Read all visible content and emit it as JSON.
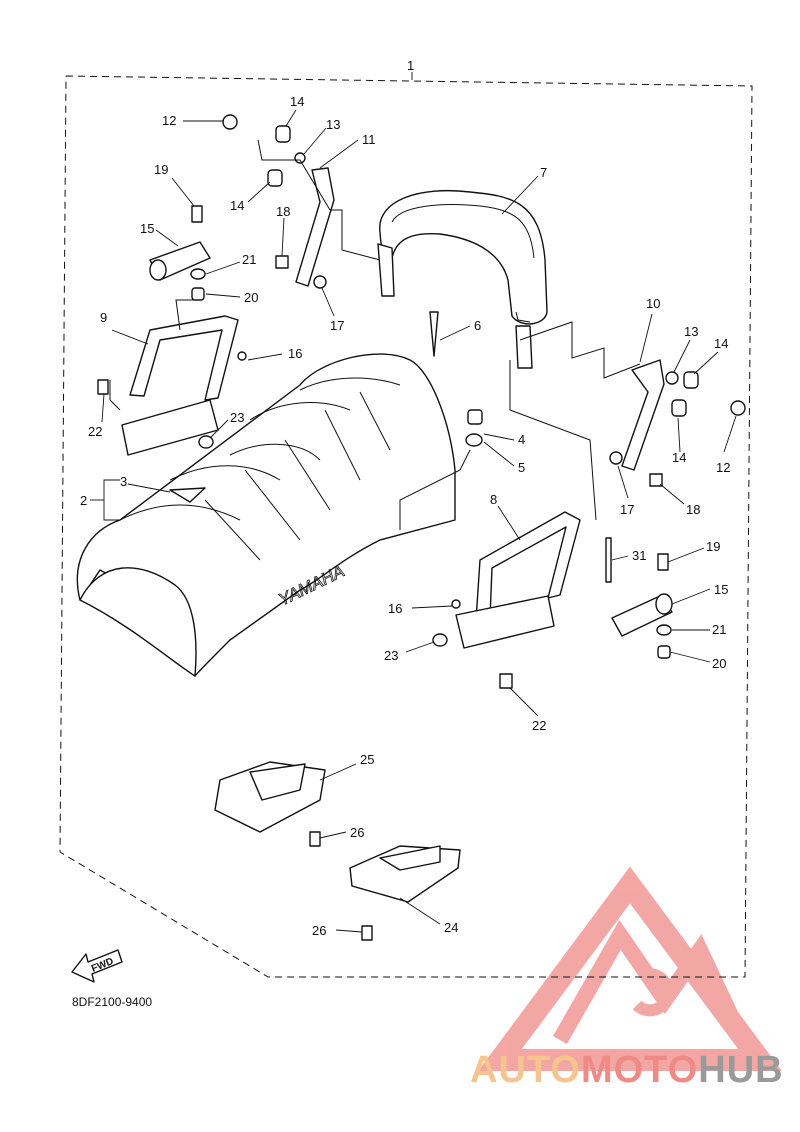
{
  "diagram": {
    "part_code": "8DF2100-9400",
    "fwd_label": "FWD",
    "seat_text": "YAMAHA",
    "callouts": {
      "c1": "1",
      "c2": "2",
      "c3": "3",
      "c4": "4",
      "c5": "5",
      "c6": "6",
      "c7": "7",
      "c8": "8",
      "c9": "9",
      "c10": "10",
      "c11": "11",
      "c12a": "12",
      "c12b": "12",
      "c13a": "13",
      "c13b": "13",
      "c14a": "14",
      "c14b": "14",
      "c14c": "14",
      "c14d": "14",
      "c15a": "15",
      "c15b": "15",
      "c16a": "16",
      "c16b": "16",
      "c17a": "17",
      "c17b": "17",
      "c18a": "18",
      "c18b": "18",
      "c19a": "19",
      "c19b": "19",
      "c20a": "20",
      "c20b": "20",
      "c21a": "21",
      "c21b": "21",
      "c22a": "22",
      "c22b": "22",
      "c23a": "23",
      "c23b": "23",
      "c24": "24",
      "c25": "25",
      "c26a": "26",
      "c26b": "26",
      "c31": "31"
    }
  },
  "watermark": {
    "auto": "AUTO",
    "moto": "MOTO",
    "hub": "HUB",
    "colors": {
      "light": "#f6c48f",
      "mid": "#f08a86",
      "dark": "#9a9a9a",
      "logo": "#f08a86"
    }
  }
}
